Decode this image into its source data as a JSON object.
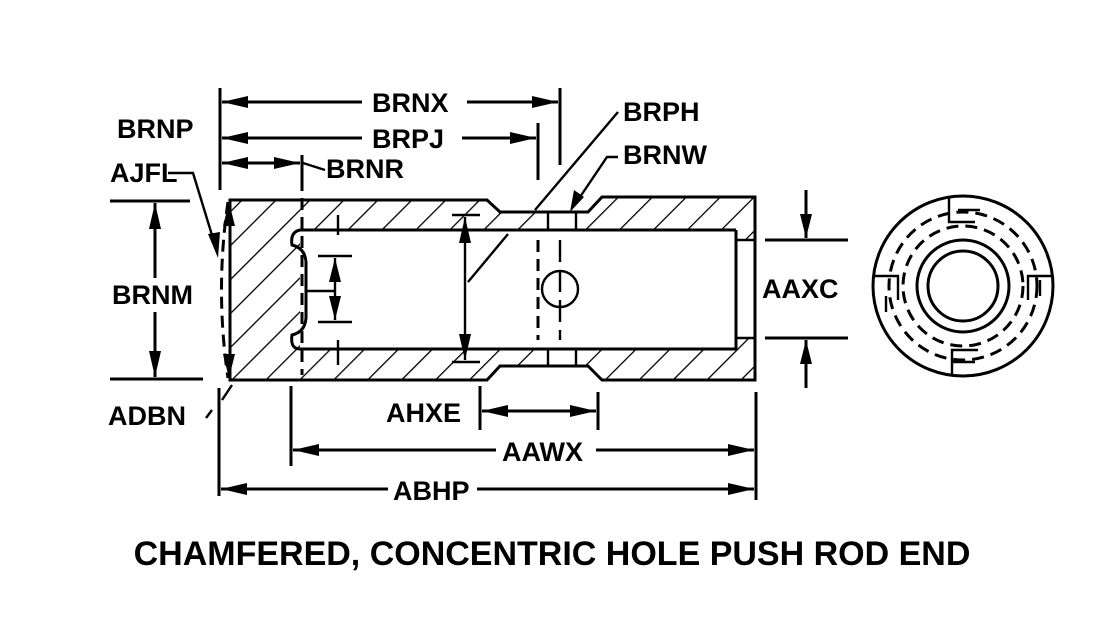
{
  "diagram": {
    "title": "CHAMFERED, CONCENTRIC HOLE PUSH ROD END",
    "colors": {
      "ink": "#000000",
      "background": "#ffffff"
    },
    "labels": {
      "brnx": "BRNX",
      "brpj": "BRPJ",
      "brnr": "BRNR",
      "brnp": "BRNP",
      "ajfl": "AJFL",
      "brph": "BRPH",
      "brnw": "BRNW",
      "brnm": "BRNM",
      "aaxc": "AAXC",
      "adbn": "ADBN",
      "ahxe": "AHXE",
      "aawx": "AAWX",
      "abhp": "ABHP"
    },
    "views": [
      "side-section-view",
      "end-view"
    ]
  }
}
